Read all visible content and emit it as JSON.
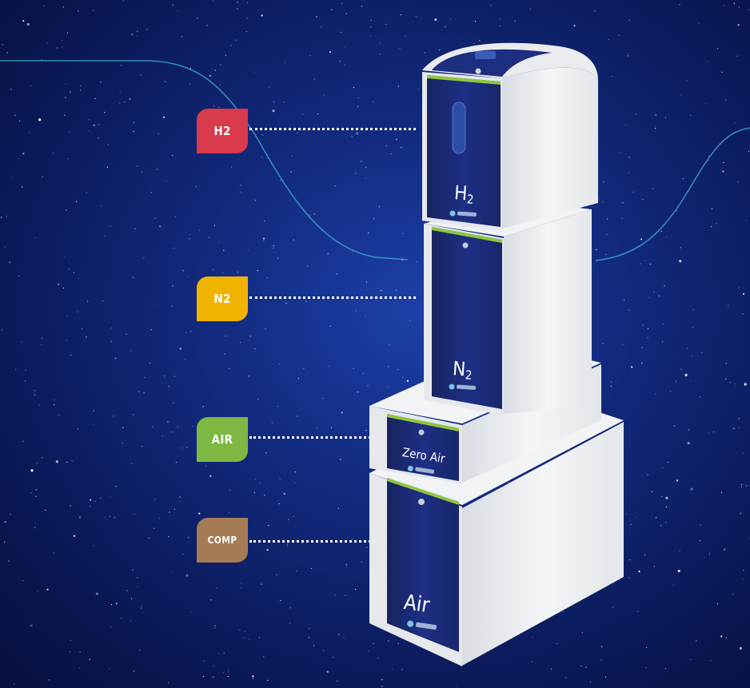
{
  "callouts": [
    {
      "id": "h2",
      "label": "H2",
      "color": "#d93a4c"
    },
    {
      "id": "n2",
      "label": "N2",
      "color": "#f0b400"
    },
    {
      "id": "air",
      "label": "AIR",
      "color": "#7cb843"
    },
    {
      "id": "comp",
      "label": "COMP",
      "color": "#a57b56"
    }
  ],
  "units": {
    "h2": {
      "main": "H",
      "sub": "2"
    },
    "n2": {
      "main": "N",
      "sub": "2"
    },
    "zero_air": {
      "label": "Zero Air"
    },
    "air": {
      "label": "Air"
    }
  },
  "colors": {
    "panel": "#1a2a7a",
    "accent": "#8fc63f",
    "casing": "#eef0f3",
    "wave": "#3aa7c9"
  }
}
